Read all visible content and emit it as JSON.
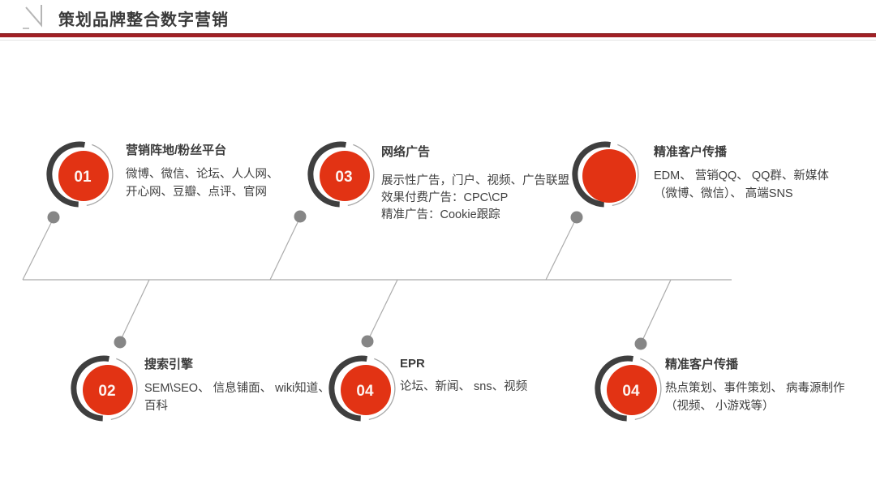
{
  "slide": {
    "title": "策划品牌整合数字营销",
    "colors": {
      "accent_bar": "#a02025",
      "badge_red": "#e23314",
      "arc_dark": "#3f3f3f",
      "arc_light": "#a8a8a8",
      "connector_gray": "#8a8a8a",
      "heading_text": "#3c3c3c"
    },
    "logo_icon": "check-mark-icon"
  },
  "items": [
    {
      "number": "01",
      "row": "top",
      "heading": "营销阵地/粉丝平台",
      "lines": [
        "微博、微信、论坛、人人网、",
        "开心网、豆瓣、点评、官网"
      ]
    },
    {
      "number": "03",
      "row": "top",
      "heading": "网络广告",
      "lines": [
        "展示性广告，门户、视频、广告联盟",
        "效果付费广告：CPC\\CP",
        "精准广告：Cookie跟踪"
      ]
    },
    {
      "number": "",
      "row": "top",
      "heading": "精准客户传播",
      "lines": [
        "EDM、 营销QQ、 QQ群、新媒体",
        "（微博、微信）、 高端SNS"
      ]
    },
    {
      "number": "02",
      "row": "bottom",
      "heading": "搜索引擎",
      "lines": [
        "SEM\\SEO、 信息铺面、 wiki知道、",
        "百科"
      ]
    },
    {
      "number": "04",
      "row": "bottom",
      "heading": "EPR",
      "lines": [
        "论坛、新闻、 sns、视频"
      ]
    },
    {
      "number": "04",
      "row": "bottom",
      "heading": "精准客户传播",
      "lines": [
        "热点策划、事件策划、 病毒源制作",
        "（视频、 小游戏等）"
      ]
    }
  ]
}
